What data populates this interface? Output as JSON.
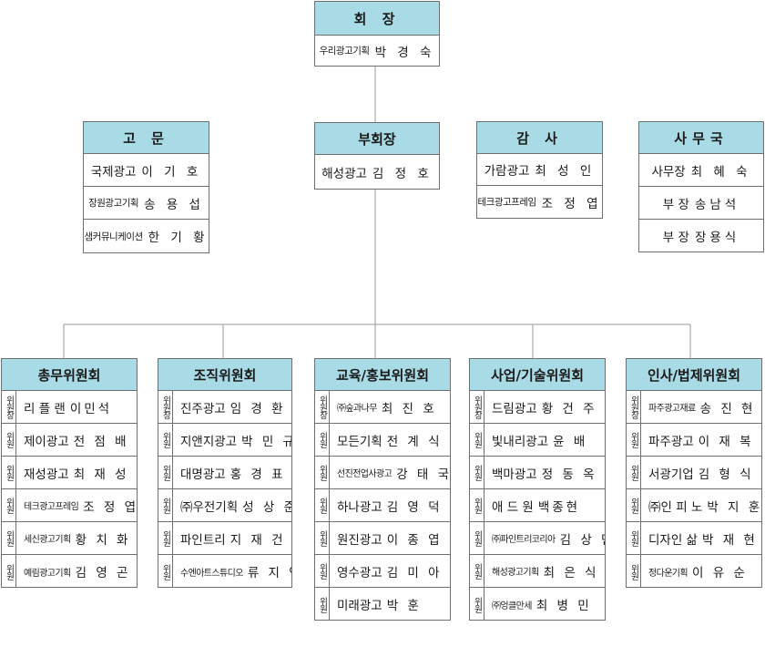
{
  "president": {
    "title": "회  장",
    "member": {
      "company": "우리광고기획",
      "name": "박 경 숙",
      "small": true
    }
  },
  "vice_president": {
    "title": "부회장",
    "member": {
      "company": "해성광고",
      "name": "김 정 호",
      "small": false
    }
  },
  "advisors": {
    "title": "고  문",
    "members": [
      {
        "company": "국제광고",
        "name": "이 기 호",
        "small": false
      },
      {
        "company": "장원광고기획",
        "name": "송 용 섭",
        "small": true
      },
      {
        "company": "샘커뮤니케이션",
        "name": "한 기 황",
        "small": true
      }
    ]
  },
  "auditors": {
    "title": "감  사",
    "members": [
      {
        "company": "가람광고",
        "name": "최 성 인",
        "small": false
      },
      {
        "company": "테크광고프레임",
        "name": "조 정 엽",
        "small": true
      }
    ]
  },
  "secretariat": {
    "title": "사무국",
    "members": [
      {
        "company": "사무장",
        "name": "최 혜 숙",
        "small": false
      },
      {
        "company": "부  장",
        "name": "송남석",
        "small": false
      },
      {
        "company": "부  장",
        "name": "장용식",
        "small": false
      }
    ]
  },
  "committees": [
    {
      "title": "총무위원회",
      "members": [
        {
          "role": "위원장",
          "company": "리 플 랜",
          "name": "이민석",
          "small": false
        },
        {
          "role": "위원",
          "company": "제이광고",
          "name": "전 점 배",
          "small": false
        },
        {
          "role": "위원",
          "company": "재성광고",
          "name": "최 재 성",
          "small": false
        },
        {
          "role": "위원",
          "company": "테크광고프레임",
          "name": "조 정 엽",
          "small": true
        },
        {
          "role": "위원",
          "company": "세신광고기획",
          "name": "황 치 화",
          "small": true
        },
        {
          "role": "위원",
          "company": "예림광고기획",
          "name": "김 영 곤",
          "small": true
        }
      ]
    },
    {
      "title": "조직위원회",
      "members": [
        {
          "role": "위원장",
          "company": "진주광고",
          "name": "임 경 환",
          "small": false
        },
        {
          "role": "위원",
          "company": "지앤지광고",
          "name": "박 민 규",
          "small": false
        },
        {
          "role": "위원",
          "company": "대명광고",
          "name": "홍 경 표",
          "small": false
        },
        {
          "role": "위원",
          "company": "㈜우전기획",
          "name": "성 상 준",
          "small": false
        },
        {
          "role": "위원",
          "company": "파인트리",
          "name": "지 재 건",
          "small": false
        },
        {
          "role": "위원",
          "company": "수엔아트스튜디오",
          "name": "류 지 연",
          "small": true
        }
      ]
    },
    {
      "title": "교육/홍보위원회",
      "members": [
        {
          "role": "위원장",
          "company": "㈜숲과나무",
          "name": "최 진 호",
          "small": true
        },
        {
          "role": "위원",
          "company": "모든기획",
          "name": "전 계 식",
          "small": false
        },
        {
          "role": "위원",
          "company": "선진전업사광고",
          "name": "강 태 국",
          "small": true
        },
        {
          "role": "위원",
          "company": "하나광고",
          "name": "김 영 덕",
          "small": false
        },
        {
          "role": "위원",
          "company": "원진광고",
          "name": "이 종 엽",
          "small": false
        },
        {
          "role": "위원",
          "company": "영수광고",
          "name": "김 미 아",
          "small": false
        },
        {
          "role": "위원",
          "company": "미래광고",
          "name": "박    훈",
          "small": false
        }
      ]
    },
    {
      "title": "사업/기술위원회",
      "members": [
        {
          "role": "위원장",
          "company": "드림광고",
          "name": "황 건 주",
          "small": false
        },
        {
          "role": "위원",
          "company": "빛내리광고",
          "name": "윤    배",
          "small": false
        },
        {
          "role": "위원",
          "company": "백마광고",
          "name": "정 동 옥",
          "small": false
        },
        {
          "role": "위원",
          "company": "애 드 원",
          "name": "백종현",
          "small": false
        },
        {
          "role": "위원",
          "company": "㈜파인트리코리아",
          "name": "김 상 민",
          "small": true
        },
        {
          "role": "위원",
          "company": "해성광고기획",
          "name": "최 은 식",
          "small": true
        },
        {
          "role": "위원",
          "company": "㈜엉클만세",
          "name": "최 병 민",
          "small": true
        }
      ]
    },
    {
      "title": "인사/법제위원회",
      "members": [
        {
          "role": "위원장",
          "company": "파주광고재료",
          "name": "송 진 현",
          "small": true
        },
        {
          "role": "위원",
          "company": "파주광고",
          "name": "이 재 복",
          "small": false
        },
        {
          "role": "위원",
          "company": "서광기업",
          "name": "김 형 식",
          "small": false
        },
        {
          "role": "위원",
          "company": "㈜인 피 노",
          "name": "박 지 훈",
          "small": false
        },
        {
          "role": "위원",
          "company": "디자인 삶",
          "name": "박 재 현",
          "small": false
        },
        {
          "role": "위원",
          "company": "정다운기획",
          "name": "이 유 순",
          "small": true
        }
      ]
    }
  ],
  "colors": {
    "header_bg": "#a9dbe6",
    "border": "#6f6f6f",
    "line": "#9a9a9a"
  }
}
